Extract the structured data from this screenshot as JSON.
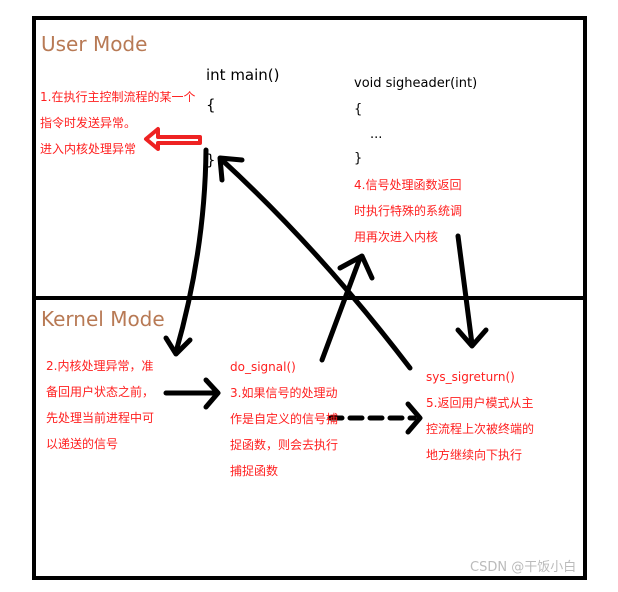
{
  "user_mode": {
    "title": "User Mode",
    "main_code": [
      "int main()",
      "{",
      "}"
    ],
    "handler_code": [
      "void sigheader(int)",
      "{",
      "...",
      "}"
    ],
    "step1": [
      "1.在执行主控制流程的某一个",
      "指令时发送异常。",
      "进入内核处理异常"
    ],
    "step4": [
      "4.信号处理函数返回",
      "时执行特殊的系统调",
      "用再次进入内核"
    ]
  },
  "kernel_mode": {
    "title": "Kernel Mode",
    "step2": [
      "2.内核处理异常，准",
      "备回用户状态之前，",
      "先处理当前进程中可",
      "以递送的信号"
    ],
    "do_signal": "do_signal()",
    "step3": [
      "3.如果信号的处理动",
      "作是自定义的信号捕",
      "捉函数，则会去执行",
      "捕捉函数"
    ],
    "sys_sigreturn": "sys_sigreturn()",
    "step5": [
      "5.返回用户模式从主",
      "控流程上次被终端的",
      "地方继续向下执行"
    ]
  },
  "watermark": "CSDN @干饭小白",
  "colors": {
    "annotation": "#ff2020",
    "mode_title": "#b87a55",
    "arrow": "#000000"
  }
}
